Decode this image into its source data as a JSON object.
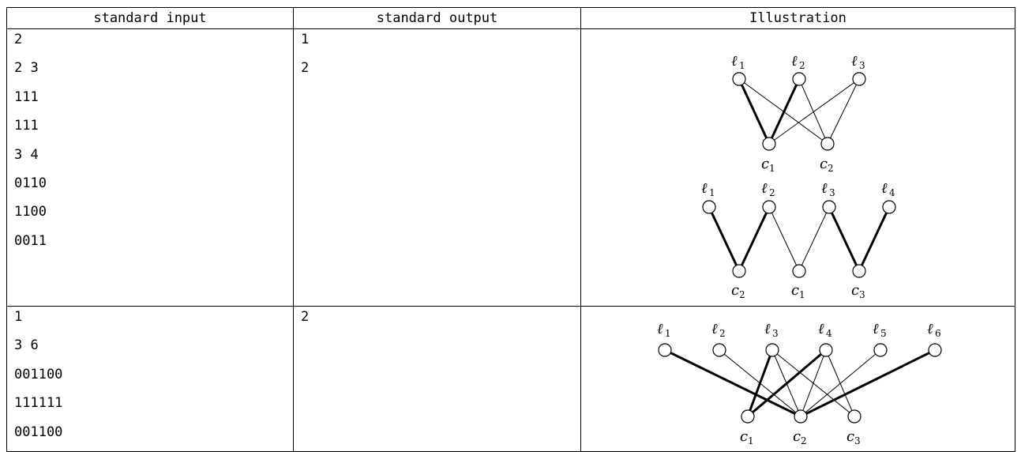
{
  "headers": {
    "input": "standard input",
    "output": "standard output",
    "illustration": "Illustration"
  },
  "samples": [
    {
      "input_lines": [
        "2",
        "2 3",
        "111",
        "111",
        "3 4",
        "0110",
        "1100",
        "0011"
      ],
      "output_lines": [
        "1",
        "2"
      ],
      "graphs": [
        {
          "top": [
            "ℓ",
            "ℓ",
            "ℓ"
          ],
          "top_sub": [
            "1",
            "2",
            "3"
          ],
          "bottom": [
            "c",
            "c"
          ],
          "bottom_sub": [
            "1",
            "2"
          ],
          "edges": [
            [
              0,
              0,
              "thick"
            ],
            [
              0,
              1,
              "thin"
            ],
            [
              1,
              0,
              "thick"
            ],
            [
              1,
              1,
              "thin"
            ],
            [
              2,
              0,
              "thin"
            ],
            [
              2,
              1,
              "thin"
            ]
          ]
        },
        {
          "top": [
            "ℓ",
            "ℓ",
            "ℓ",
            "ℓ"
          ],
          "top_sub": [
            "1",
            "2",
            "3",
            "4"
          ],
          "bottom": [
            "c",
            "c",
            "c"
          ],
          "bottom_sub": [
            "2",
            "1",
            "3"
          ],
          "edges": [
            [
              0,
              0,
              "thick"
            ],
            [
              1,
              0,
              "thick"
            ],
            [
              1,
              1,
              "thin"
            ],
            [
              2,
              1,
              "thin"
            ],
            [
              2,
              2,
              "thick"
            ],
            [
              3,
              2,
              "thick"
            ]
          ]
        }
      ]
    },
    {
      "input_lines": [
        "1",
        "3 6",
        "001100",
        "111111",
        "001100"
      ],
      "output_lines": [
        "2"
      ],
      "graphs": [
        {
          "top": [
            "ℓ",
            "ℓ",
            "ℓ",
            "ℓ",
            "ℓ",
            "ℓ"
          ],
          "top_sub": [
            "1",
            "2",
            "3",
            "4",
            "5",
            "6"
          ],
          "bottom": [
            "c",
            "c",
            "c"
          ],
          "bottom_sub": [
            "1",
            "2",
            "3"
          ],
          "edges": [
            [
              0,
              1,
              "thick"
            ],
            [
              1,
              1,
              "thin"
            ],
            [
              2,
              0,
              "thick"
            ],
            [
              2,
              1,
              "thin"
            ],
            [
              2,
              2,
              "thin"
            ],
            [
              3,
              0,
              "thick"
            ],
            [
              3,
              1,
              "thin"
            ],
            [
              3,
              2,
              "thin"
            ],
            [
              4,
              1,
              "thin"
            ],
            [
              5,
              1,
              "thick"
            ]
          ]
        }
      ]
    }
  ]
}
